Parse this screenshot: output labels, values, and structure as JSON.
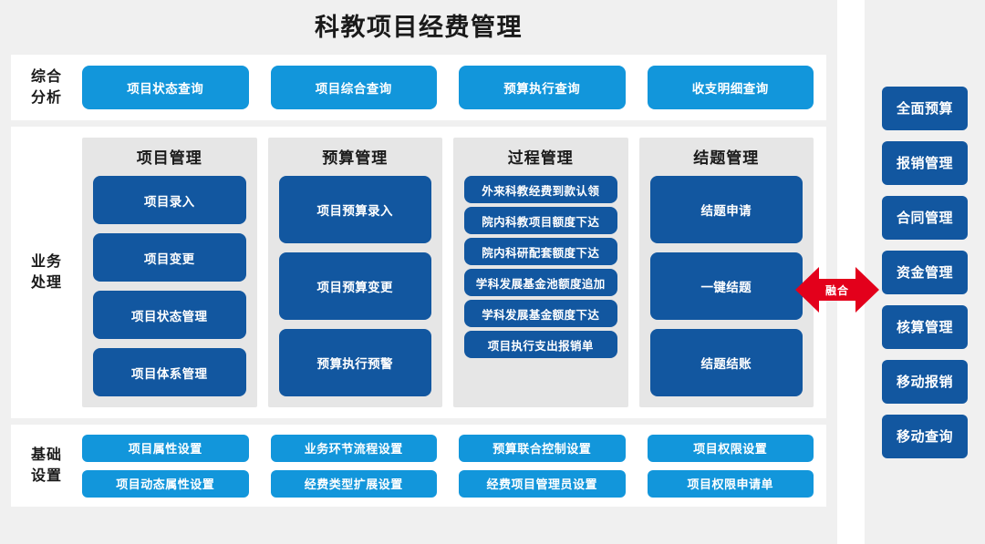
{
  "app": {
    "title": "科教项目经费管理"
  },
  "sections": {
    "analysis": {
      "label": "综合\n分析",
      "label_line1": "综合",
      "label_line2": "分析",
      "buttons": [
        "项目状态查询",
        "项目综合查询",
        "预算执行查询",
        "收支明细查询"
      ]
    },
    "business": {
      "label_line1": "业务",
      "label_line2": "处理",
      "columns": [
        {
          "title": "项目管理",
          "dense": false,
          "buttons": [
            "项目录入",
            "项目变更",
            "项目状态管理",
            "项目体系管理"
          ]
        },
        {
          "title": "预算管理",
          "dense": false,
          "buttons": [
            "项目预算录入",
            "项目预算变更",
            "预算执行预警"
          ]
        },
        {
          "title": "过程管理",
          "dense": true,
          "buttons": [
            "外来科教经费到款认领",
            "院内科教项目额度下达",
            "院内科研配套额度下达",
            "学科发展基金池额度追加",
            "学科发展基金额度下达",
            "项目执行支出报销单"
          ]
        },
        {
          "title": "结题管理",
          "dense": false,
          "buttons": [
            "结题申请",
            "一键结题",
            "结题结账"
          ]
        }
      ]
    },
    "base_settings": {
      "label_line1": "基础",
      "label_line2": "设置",
      "buttons": [
        "项目属性设置",
        "业务环节流程设置",
        "预算联合控制设置",
        "项目权限设置",
        "项目动态属性设置",
        "经费类型扩展设置",
        "经费项目管理员设置",
        "项目权限申请单"
      ]
    }
  },
  "fusion": {
    "label": "融合",
    "color": "#e3001b"
  },
  "sidebar": {
    "buttons": [
      "全面预算",
      "报销管理",
      "合同管理",
      "资金管理",
      "核算管理",
      "移动报销",
      "移动查询"
    ]
  },
  "colors": {
    "light_blue": "#1296db",
    "dark_blue": "#1257a0",
    "panel_gray": "#f0f0f0",
    "card_gray": "#e6e6e6",
    "red": "#e3001b"
  }
}
